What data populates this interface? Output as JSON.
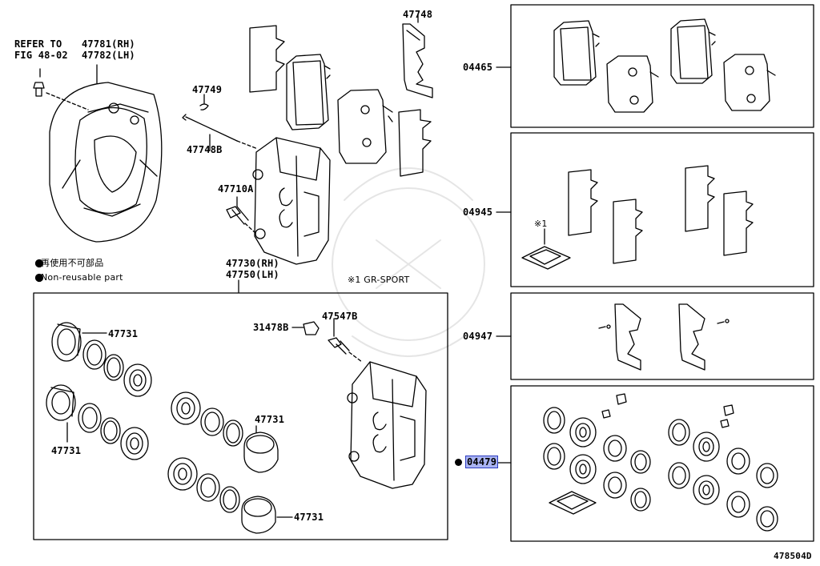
{
  "refer": {
    "line1": "REFER TO",
    "line2": "FIG 48-02"
  },
  "parts": {
    "shield_rh": "47781(RH)",
    "shield_lh": "47782(LH)",
    "p47749": "47749",
    "p47748B": "47748B",
    "p47710A": "47710A",
    "p47748": "47748",
    "caliper_rh": "47730(RH)",
    "caliper_lh": "47750(LH)",
    "p31478B": "31478B",
    "p47547B": "47547B",
    "p47731_a": "47731",
    "p47731_b": "47731",
    "p47731_c": "47731",
    "p47731_d": "47731",
    "kit_04465": "04465",
    "kit_04945": "04945",
    "kit_04947": "04947",
    "kit_04479": "04479"
  },
  "legend": {
    "non_reusable_jp": "再使用不可部品",
    "non_reusable_en": "Non-reusable part"
  },
  "notes": {
    "gr_sport": "※1 GR-SPORT",
    "mark1": "※1"
  },
  "figure_id": "478504D"
}
